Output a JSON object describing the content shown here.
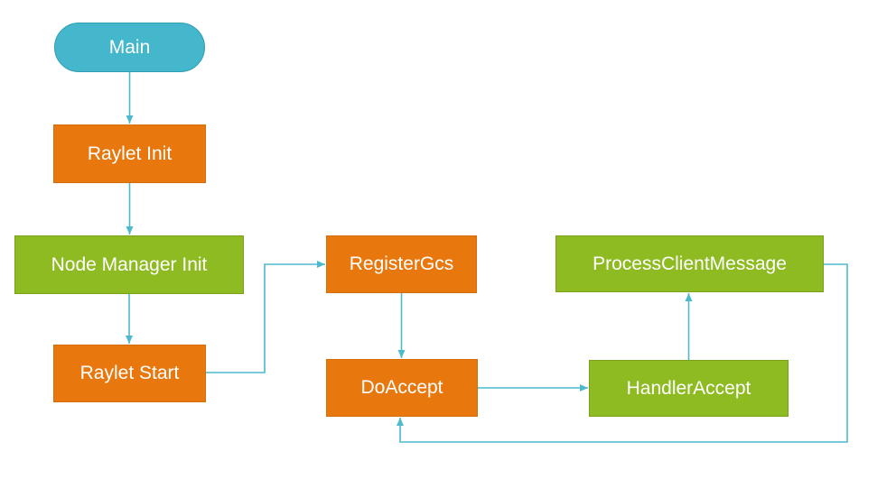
{
  "colors": {
    "node_cyan": "#45B7CC",
    "node_cyan_border": "#2E9EB5",
    "node_orange": "#E8780E",
    "node_orange_border": "#D26E0E",
    "node_green": "#8EBB21",
    "node_green_border": "#79A11A",
    "connector": "#4DB9CF",
    "background": "#FFFFFF",
    "text": "#FFFFFF"
  },
  "nodes": {
    "main": {
      "label": "Main",
      "shape": "stadium",
      "fill": "cyan"
    },
    "raylet_init": {
      "label": "Raylet Init",
      "shape": "rect",
      "fill": "orange"
    },
    "node_manager_init": {
      "label": "Node Manager Init",
      "shape": "rect",
      "fill": "green"
    },
    "raylet_start": {
      "label": "Raylet Start",
      "shape": "rect",
      "fill": "orange"
    },
    "register_gcs": {
      "label": "RegisterGcs",
      "shape": "rect",
      "fill": "orange"
    },
    "do_accept": {
      "label": "DoAccept",
      "shape": "rect",
      "fill": "orange"
    },
    "handler_accept": {
      "label": "HandlerAccept",
      "shape": "rect",
      "fill": "green"
    },
    "process_client_message": {
      "label": "ProcessClientMessage",
      "shape": "rect",
      "fill": "green"
    }
  },
  "edges": [
    {
      "from": "Main",
      "to": "Raylet Init",
      "route": "straight-down"
    },
    {
      "from": "Raylet Init",
      "to": "Node Manager Init",
      "route": "straight-down"
    },
    {
      "from": "Node Manager Init",
      "to": "Raylet Start",
      "route": "straight-down"
    },
    {
      "from": "Raylet Start",
      "to": "RegisterGcs",
      "route": "elbow-right-up-right"
    },
    {
      "from": "RegisterGcs",
      "to": "DoAccept",
      "route": "straight-down"
    },
    {
      "from": "DoAccept",
      "to": "HandlerAccept",
      "route": "straight-right"
    },
    {
      "from": "HandlerAccept",
      "to": "ProcessClientMessage",
      "route": "straight-up"
    },
    {
      "from": "ProcessClientMessage",
      "to": "DoAccept",
      "route": "loop-right-down-left-up"
    }
  ]
}
